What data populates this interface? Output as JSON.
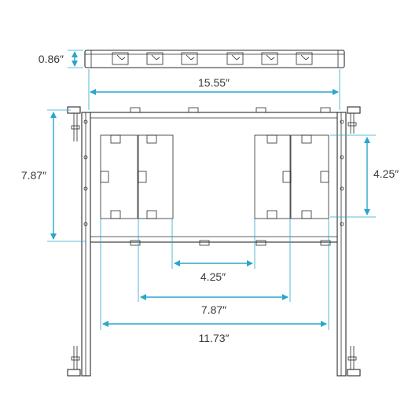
{
  "dimensions": {
    "depth": "0.86″",
    "width_overall": "15.55″",
    "height_left": "7.87″",
    "height_right": "4.25″",
    "spacing_inner": "4.25″",
    "spacing_middle": "7.87″",
    "spacing_outer": "11.73″"
  },
  "colors": {
    "dimension_line": "#2aa6c8",
    "outline": "#2b2b2b",
    "label_text": "#3a3a3a"
  },
  "icons": [
    "arrow-head-icon",
    "screw-icon",
    "mounting-foot-icon"
  ]
}
